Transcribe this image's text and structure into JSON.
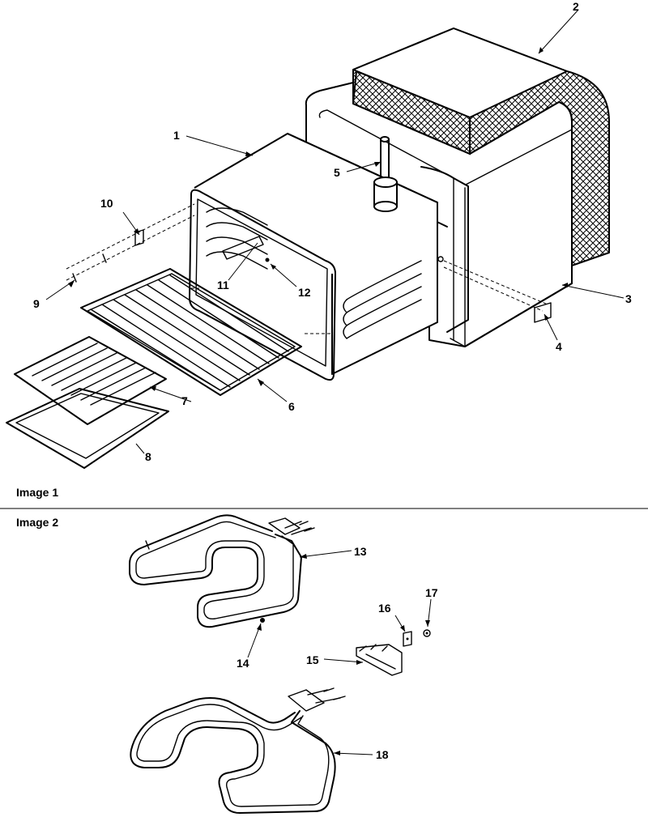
{
  "section_labels": {
    "image1": "Image 1",
    "image2": "Image 2"
  },
  "callouts": {
    "c1": "1",
    "c2": "2",
    "c3": "3",
    "c4": "4",
    "c5": "5",
    "c6": "6",
    "c7": "7",
    "c8": "8",
    "c9": "9",
    "c10": "10",
    "c11": "11",
    "c12": "12",
    "c13": "13",
    "c14": "14",
    "c15": "15",
    "c16": "16",
    "c17": "17",
    "c18": "18"
  }
}
